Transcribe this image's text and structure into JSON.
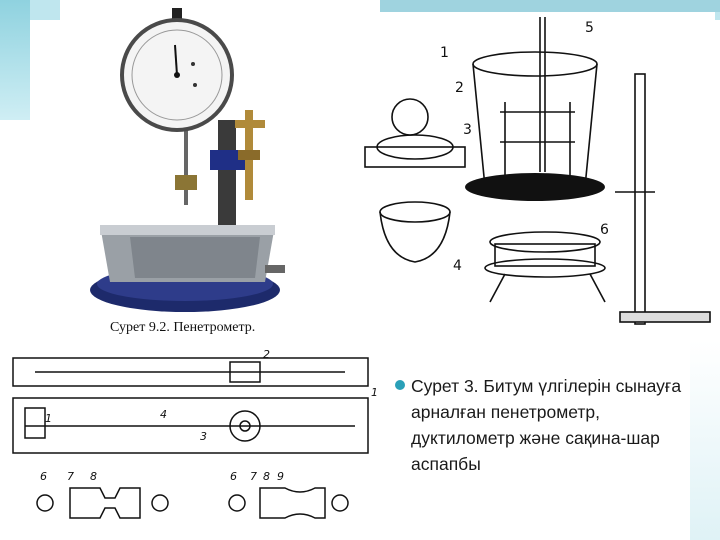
{
  "left_figure": {
    "caption": "Сурет 9.2. Пенетрометр."
  },
  "right_figure": {
    "labels": [
      "1",
      "2",
      "3",
      "4",
      "5",
      "6"
    ]
  },
  "ductilometer": {
    "top_labels": [
      "1",
      "2"
    ],
    "mid_labels": [
      "1",
      "4",
      "3"
    ],
    "bottom_left_labels": [
      "6",
      "7",
      "8"
    ],
    "bottom_right_labels": [
      "6",
      "7",
      "8",
      "9"
    ]
  },
  "slide_text": {
    "bullet": "Сурет 3. Битум үлгілерін сынауға арналған пенетрометр, дуктилометр және сақина-шар аспапбы"
  },
  "colors": {
    "accent": "#2aa0b8",
    "band": "#bfe6ee"
  }
}
